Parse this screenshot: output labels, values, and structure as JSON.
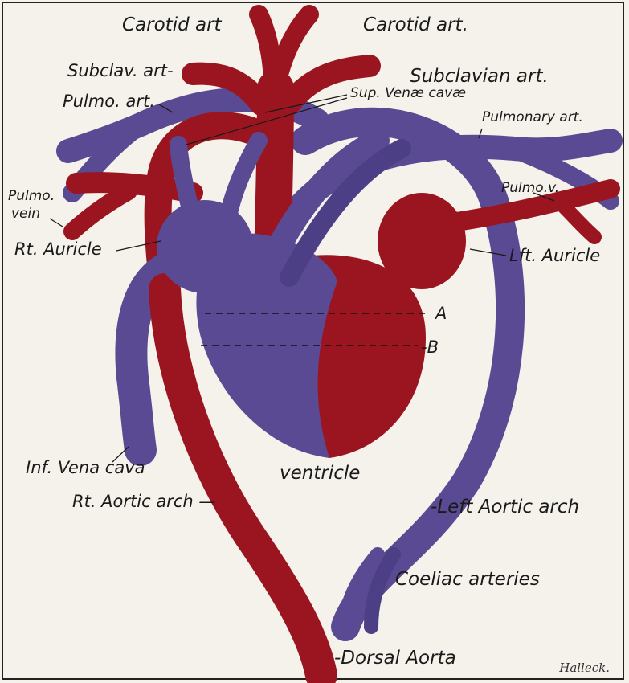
{
  "colors": {
    "artery": "#9b1520",
    "artery_dark": "#6e0d15",
    "vein": "#5a4a93",
    "vein_dark": "#3e3270",
    "background": "#f4f2ea",
    "ink": "#1a1a1a"
  },
  "labels": {
    "carotid_left": "Carotid art",
    "carotid_right": "Carotid art.",
    "subclav_left": "Subclav. art-",
    "subclav_right": "Subclavian art.",
    "pulmo_art_left": "Pulmo. art.",
    "sup_venae_cavae": "Sup. Venæ cavæ",
    "pulmonary_art_right": "Pulmonary art.",
    "pulmo_vein_line1": "Pulmo.",
    "pulmo_vein_line2": "vein",
    "pulmo_v_right": "Pulmo.v.",
    "rt_auricle": "Rt. Auricle",
    "lft_auricle": "Lft. Auricle",
    "marker_a": "A",
    "marker_b": "-B",
    "inf_vena_cava": "Inf. Vena cava",
    "ventricle": "ventricle",
    "rt_aortic_arch": "Rt. Aortic arch —",
    "left_aortic_arch": "-Left Aortic arch",
    "coeliac_arteries": "Coeliac arteries",
    "dorsal_aorta": "-Dorsal Aorta",
    "signature": "Halleck."
  }
}
